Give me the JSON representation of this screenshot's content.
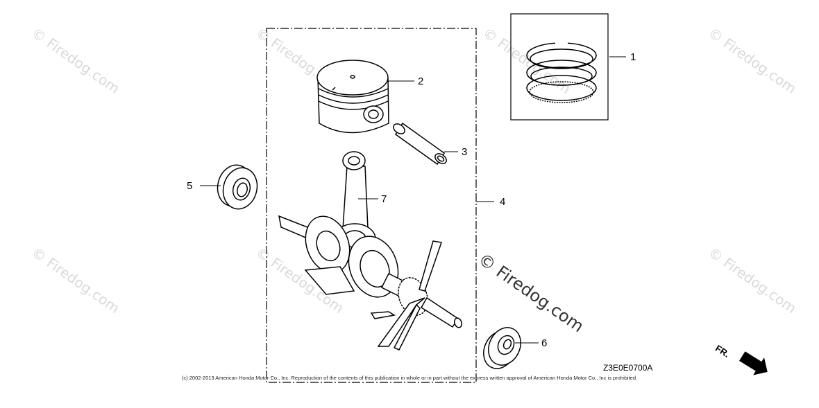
{
  "watermark": {
    "text": "© Firedog.com",
    "overlay_text": "© Firedog.com"
  },
  "diagram": {
    "code": "Z3E0E0700A",
    "direction_label": "FR.",
    "copyright": "(c) 2002-2013 American Honda Motor Co., Inc. Reproduction of the contents of this publication in whole or in part without the express written approval of American Honda Motor Co., Inc is prohibited."
  },
  "callouts": [
    {
      "number": "1",
      "part": "piston-ring-set"
    },
    {
      "number": "2",
      "part": "piston"
    },
    {
      "number": "3",
      "part": "piston-pin"
    },
    {
      "number": "4",
      "part": "crankshaft-assembly"
    },
    {
      "number": "5",
      "part": "oil-seal"
    },
    {
      "number": "6",
      "part": "oil-seal"
    },
    {
      "number": "7",
      "part": "connecting-rod"
    }
  ]
}
